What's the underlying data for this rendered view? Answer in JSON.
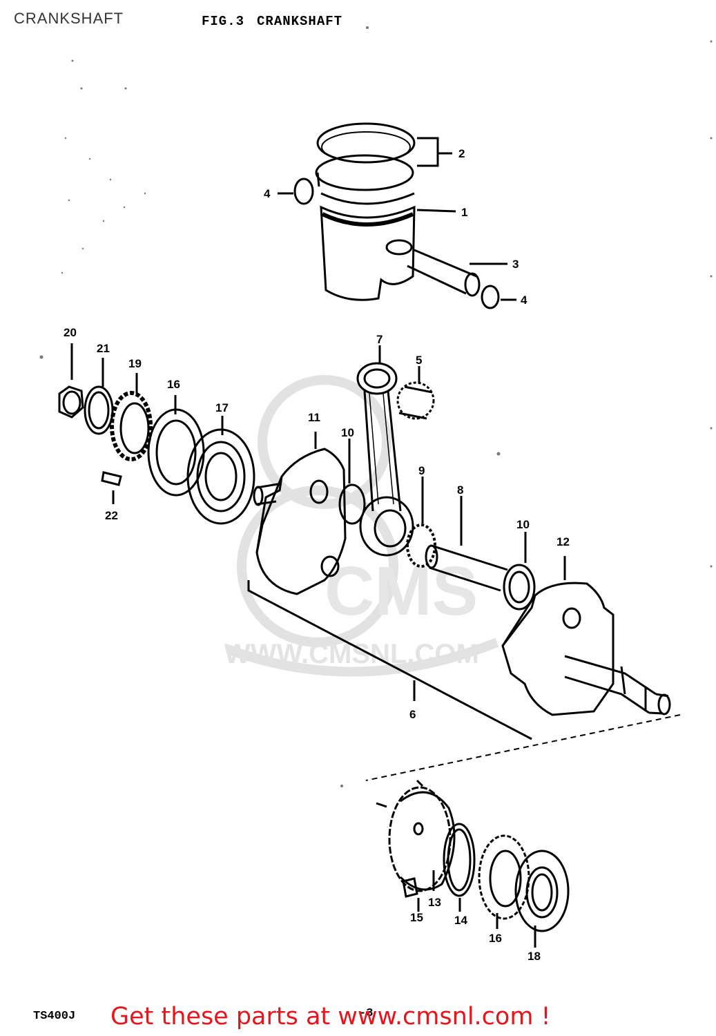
{
  "header": {
    "page_label": "CRANKSHAFT",
    "fig_number": "FIG.3",
    "fig_title": "CRANKSHAFT"
  },
  "watermark": {
    "brand": "CMS",
    "url": "WWW.CMSNL.COM"
  },
  "callouts": [
    {
      "id": "callout-1",
      "label": "1"
    },
    {
      "id": "callout-2",
      "label": "2"
    },
    {
      "id": "callout-3",
      "label": "3"
    },
    {
      "id": "callout-4a",
      "label": "4"
    },
    {
      "id": "callout-4b",
      "label": "4"
    },
    {
      "id": "callout-5",
      "label": "5"
    },
    {
      "id": "callout-6",
      "label": "6"
    },
    {
      "id": "callout-7",
      "label": "7"
    },
    {
      "id": "callout-8",
      "label": "8"
    },
    {
      "id": "callout-9",
      "label": "9"
    },
    {
      "id": "callout-10a",
      "label": "10"
    },
    {
      "id": "callout-10b",
      "label": "10"
    },
    {
      "id": "callout-11",
      "label": "11"
    },
    {
      "id": "callout-12",
      "label": "12"
    },
    {
      "id": "callout-13",
      "label": "13"
    },
    {
      "id": "callout-14",
      "label": "14"
    },
    {
      "id": "callout-15",
      "label": "15"
    },
    {
      "id": "callout-16a",
      "label": "16"
    },
    {
      "id": "callout-16b",
      "label": "16"
    },
    {
      "id": "callout-17",
      "label": "17"
    },
    {
      "id": "callout-18",
      "label": "18"
    },
    {
      "id": "callout-19",
      "label": "19"
    },
    {
      "id": "callout-20",
      "label": "20"
    },
    {
      "id": "callout-21",
      "label": "21"
    },
    {
      "id": "callout-22",
      "label": "22"
    }
  ],
  "footer": {
    "model_code": "TS400J",
    "page_no": "-3",
    "promo": "Get these parts at www.cmsnl.com !"
  },
  "colors": {
    "ink": "#000000",
    "promo": "#e8141c",
    "watermark": "#d8d8d8"
  }
}
